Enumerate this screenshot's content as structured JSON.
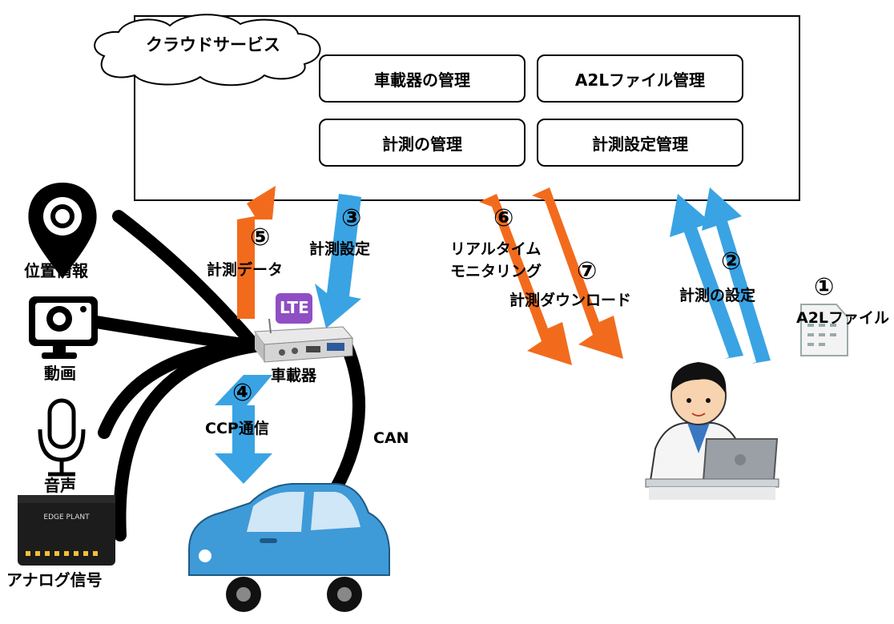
{
  "cloud": {
    "title": "クラウドサービス",
    "boxes": [
      "車載器の管理",
      "A2Lファイル管理",
      "計測の管理",
      "計測設定管理"
    ]
  },
  "sources": {
    "location": "位置情報",
    "video": "動画",
    "audio": "音声",
    "analog": "アナログ信号",
    "device_brand": "EDGE PLANT"
  },
  "vehicle_unit": {
    "label": "車載器",
    "badge": "LTE"
  },
  "steps": {
    "s1": {
      "num": "①",
      "label": "A2Lファイル"
    },
    "s2": {
      "num": "②",
      "label": "計測の設定"
    },
    "s3": {
      "num": "③",
      "label": "計測設定"
    },
    "s4": {
      "num": "④",
      "label": "CCP通信"
    },
    "s5": {
      "num": "⑤",
      "label": "計測データ"
    },
    "s6": {
      "num": "⑥",
      "label_line1": "リアルタイム",
      "label_line2": "モニタリング"
    },
    "s7": {
      "num": "⑦",
      "label": "計測ダウンロード"
    }
  },
  "can_label": "CAN",
  "colors": {
    "orange": "#f26b1d",
    "blue": "#3aa3e3",
    "car": "#3f9ad8"
  }
}
